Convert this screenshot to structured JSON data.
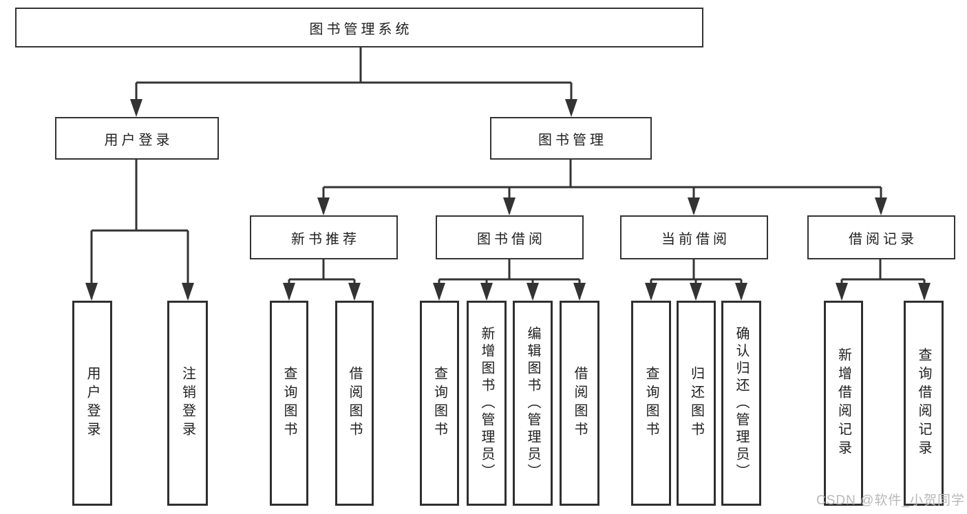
{
  "colors": {
    "line": "#333333",
    "box_border": "#333333",
    "text": "#1f1f1f",
    "watermark": "#b8b8b8",
    "background": "#ffffff"
  },
  "tree": {
    "root": {
      "label": "图书管理系统"
    },
    "branches": [
      {
        "label": "用户登录",
        "children": [
          {
            "label": "用户登录"
          },
          {
            "label": "注销登录"
          }
        ]
      },
      {
        "label": "图书管理",
        "children": [
          {
            "label": "新书推荐",
            "children": [
              {
                "label": "查询图书"
              },
              {
                "label": "借阅图书"
              }
            ]
          },
          {
            "label": "图书借阅",
            "children": [
              {
                "label": "查询图书"
              },
              {
                "label": "新增图书（管理员）"
              },
              {
                "label": "编辑图书（管理员）"
              },
              {
                "label": "借阅图书"
              }
            ]
          },
          {
            "label": "当前借阅",
            "children": [
              {
                "label": "查询图书"
              },
              {
                "label": "归还图书"
              },
              {
                "label": "确认归还（管理员）"
              }
            ]
          },
          {
            "label": "借阅记录",
            "children": [
              {
                "label": "新增借阅记录"
              },
              {
                "label": "查询借阅记录"
              }
            ]
          }
        ]
      }
    ]
  },
  "watermark": {
    "text": "CSDN @软件_小贺同学"
  }
}
